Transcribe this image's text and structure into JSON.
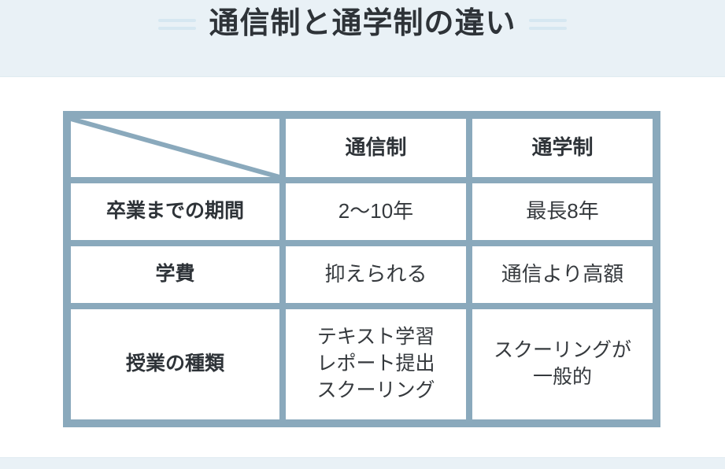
{
  "title_banner": {
    "title": "通信制と通学制の違い",
    "band_color": "#e9f1f6"
  },
  "colors": {
    "table_border": "#8aa9bc",
    "band": "#e9f1f6",
    "title_text": "#2e3338",
    "cell_text": "#35393d",
    "decor_line": "#d6e7f1"
  },
  "chart_data": {
    "type": "table",
    "title": "通信制と通学制の違い",
    "columns": [
      "",
      "通信制",
      "通学制"
    ],
    "rows": [
      [
        "卒業までの期間",
        "2〜10年",
        "最長8年"
      ],
      [
        "学費",
        "抑えられる",
        "通信より高額"
      ],
      [
        "授業の種類",
        "テキスト学習\nレポート提出\nスクーリング",
        "スクーリングが\n一般的"
      ]
    ]
  }
}
